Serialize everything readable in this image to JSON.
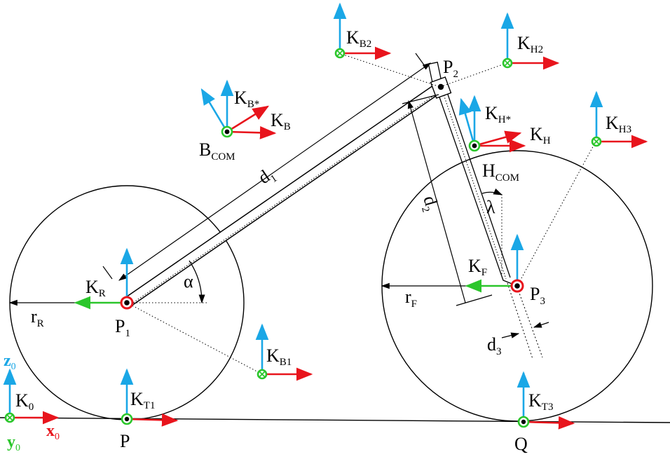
{
  "colors": {
    "z_axis": "#1aa7e6",
    "x_axis": "#e8141c",
    "y_axis": "#2bc62b",
    "joint_ring": "#e8141c",
    "ink": "#000000"
  },
  "points": {
    "P": "P",
    "Q": "Q",
    "P1": {
      "main": "P",
      "sub": "1"
    },
    "P2": {
      "main": "P",
      "sub": "2"
    },
    "P3": {
      "main": "P",
      "sub": "3"
    },
    "B_COM": {
      "main": "B",
      "sub": "COM"
    },
    "H_COM": {
      "main": "H",
      "sub": "COM"
    }
  },
  "frames": {
    "K0": {
      "main": "K",
      "sub": "0"
    },
    "KT1": {
      "main": "K",
      "sub": "T1"
    },
    "KT3": {
      "main": "K",
      "sub": "T3"
    },
    "KR": {
      "main": "K",
      "sub": "R"
    },
    "KF": {
      "main": "K",
      "sub": "F"
    },
    "KB": {
      "main": "K",
      "sub": "B"
    },
    "KBstar": {
      "main": "K",
      "sub": "B*"
    },
    "KB1": {
      "main": "K",
      "sub": "B1"
    },
    "KB2": {
      "main": "K",
      "sub": "B2"
    },
    "KH": {
      "main": "K",
      "sub": "H"
    },
    "KHstar": {
      "main": "K",
      "sub": "H*"
    },
    "KH2": {
      "main": "K",
      "sub": "H2"
    },
    "KH3": {
      "main": "K",
      "sub": "H3"
    }
  },
  "axes": {
    "z0": {
      "main": "z",
      "sub": "0"
    },
    "x0": {
      "main": "x",
      "sub": "0"
    },
    "y0": {
      "main": "y",
      "sub": "0"
    }
  },
  "dimensions": {
    "d1": {
      "main": "d",
      "sub": "1"
    },
    "d2": {
      "main": "d",
      "sub": "2"
    },
    "d3": {
      "main": "d",
      "sub": "3"
    },
    "rR": {
      "main": "r",
      "sub": "R"
    },
    "rF": {
      "main": "r",
      "sub": "F"
    },
    "alpha": "α",
    "lambda": "λ"
  }
}
